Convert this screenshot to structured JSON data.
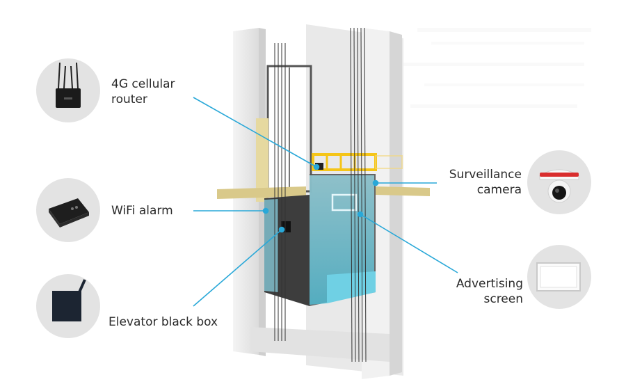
{
  "labels": {
    "router": [
      "4G cellular",
      "router"
    ],
    "wifi_alarm": [
      "WiFi alarm"
    ],
    "black_box": [
      "Elevator black box"
    ],
    "camera": [
      "Surveillance",
      "camera"
    ],
    "screen": [
      "Advertising",
      "screen"
    ]
  },
  "icons": {
    "router": "router-icon",
    "wifi_alarm": "wifi-alarm-icon",
    "black_box": "black-box-icon",
    "camera": "camera-icon",
    "screen": "screen-icon"
  },
  "colors": {
    "leader_line": "#29a8d8",
    "circle_bg": "#e3e3e3",
    "shaft": "#ececec",
    "glass": "#7fd3e6",
    "yellow_frame": "#f5c518",
    "beam": "#d9c98a"
  }
}
